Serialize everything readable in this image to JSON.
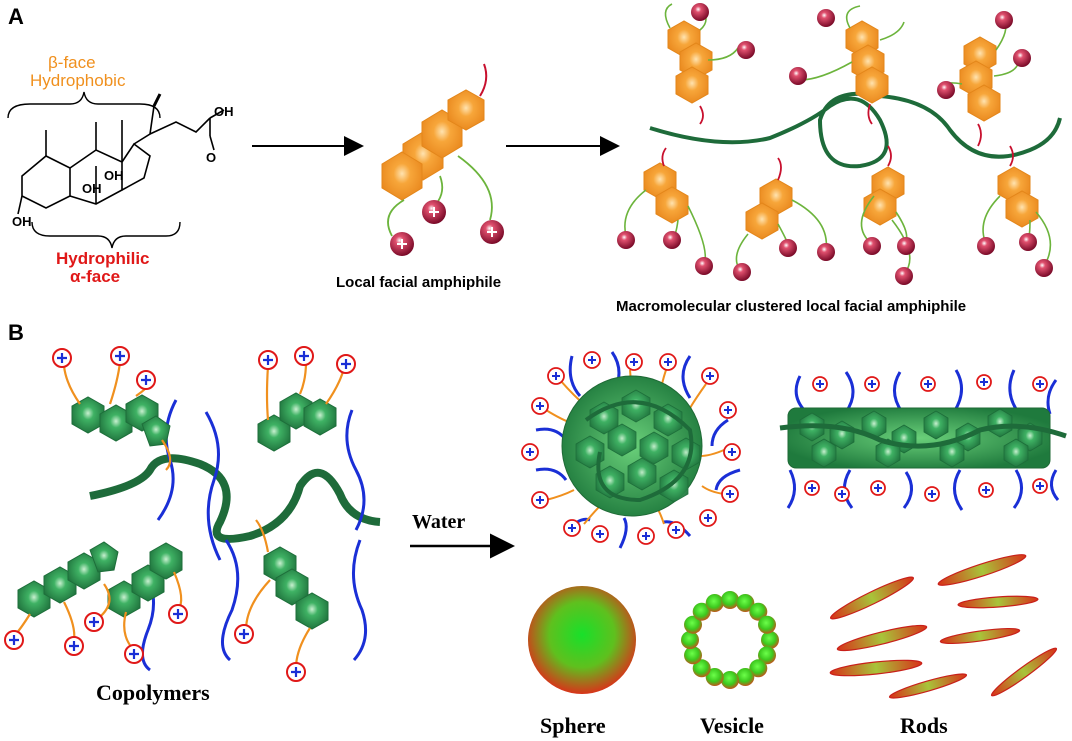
{
  "panels": {
    "a": "A",
    "b": "B"
  },
  "panel_a": {
    "beta_face": {
      "line1": "β-face",
      "line2": "Hydrophobic"
    },
    "alpha_face": {
      "line1": "Hydrophilic",
      "line2": "α-face"
    },
    "chem_labels": {
      "oh1": "OH",
      "oh2": "OH",
      "oh3": "OH",
      "acid_o": "O",
      "acid_oh": "OH"
    },
    "caption_local": "Local facial amphiphile",
    "caption_macro": "Macromolecular clustered local facial amphiphile"
  },
  "panel_b": {
    "caption_copolymers": "Copolymers",
    "arrow_label": "Water",
    "caption_sphere": "Sphere",
    "caption_vesicle": "Vesicle",
    "caption_rods": "Rods"
  },
  "colors": {
    "orange_hex": "#f5a030",
    "green_hex": "#2e9a52",
    "backbone": "#1e6b3a",
    "pos_charge": "#b0103a",
    "blue_chain": "#1a2fd6",
    "beta_text": "#f0901e",
    "alpha_text": "#e01818"
  },
  "icons": {
    "charge": "plus-charge-icon",
    "arrow": "reaction-arrow-icon"
  }
}
